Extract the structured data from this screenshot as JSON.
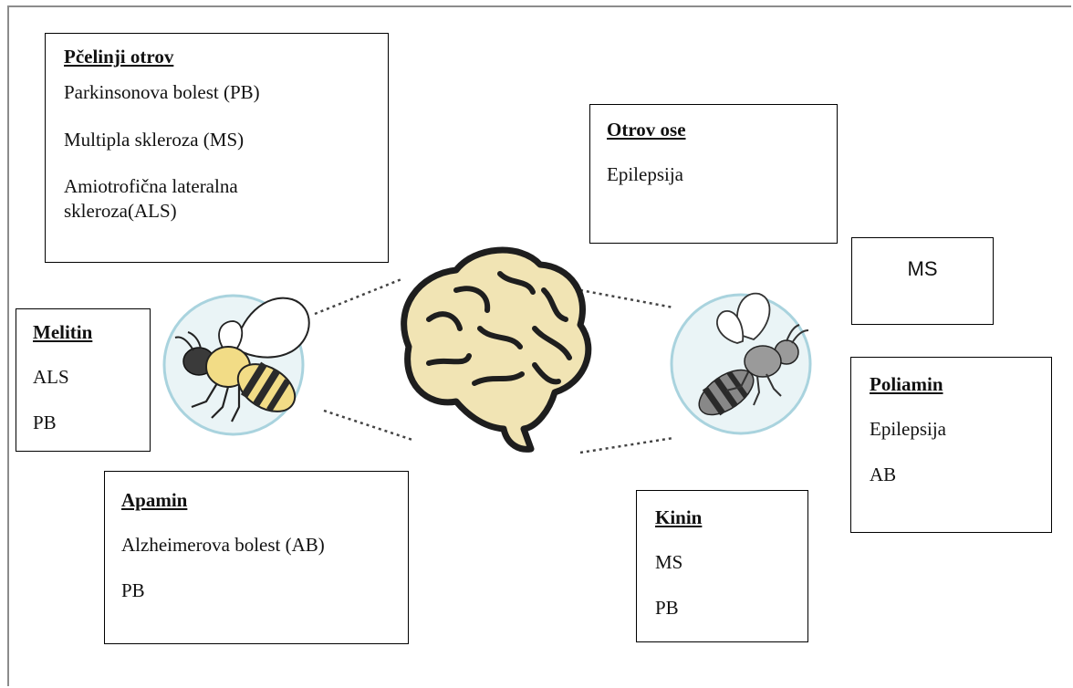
{
  "boxes": {
    "bee_venom": {
      "title": "Pčelinji otrov",
      "items": [
        "Parkinsonova bolest (PB)",
        "Multipla skleroza (MS)",
        "Amiotrofična lateralna skleroza(ALS)"
      ]
    },
    "wasp_venom": {
      "title": "Otrov ose",
      "items": [
        "Epilepsija"
      ]
    },
    "ms": {
      "text": "MS"
    },
    "melitin": {
      "title": "Melitin",
      "items": [
        "ALS",
        "PB"
      ]
    },
    "apamin": {
      "title": "Apamin",
      "items": [
        "Alzheimerova bolest (AB)",
        "PB"
      ]
    },
    "kinin": {
      "title": "Kinin",
      "items": [
        "MS",
        "PB"
      ]
    },
    "poliamin": {
      "title": "Poliamin",
      "items": [
        "Epilepsija",
        "AB"
      ]
    }
  },
  "icons": [
    "bee-icon",
    "brain-icon",
    "wasp-icon"
  ],
  "colors": {
    "circle_fill": "#eaf4f6",
    "circle_stroke": "#a9d3de",
    "brain_fill": "#f1e4b4",
    "bee_yellow": "#f2dc86",
    "wasp_gray": "#9a9a9a"
  }
}
